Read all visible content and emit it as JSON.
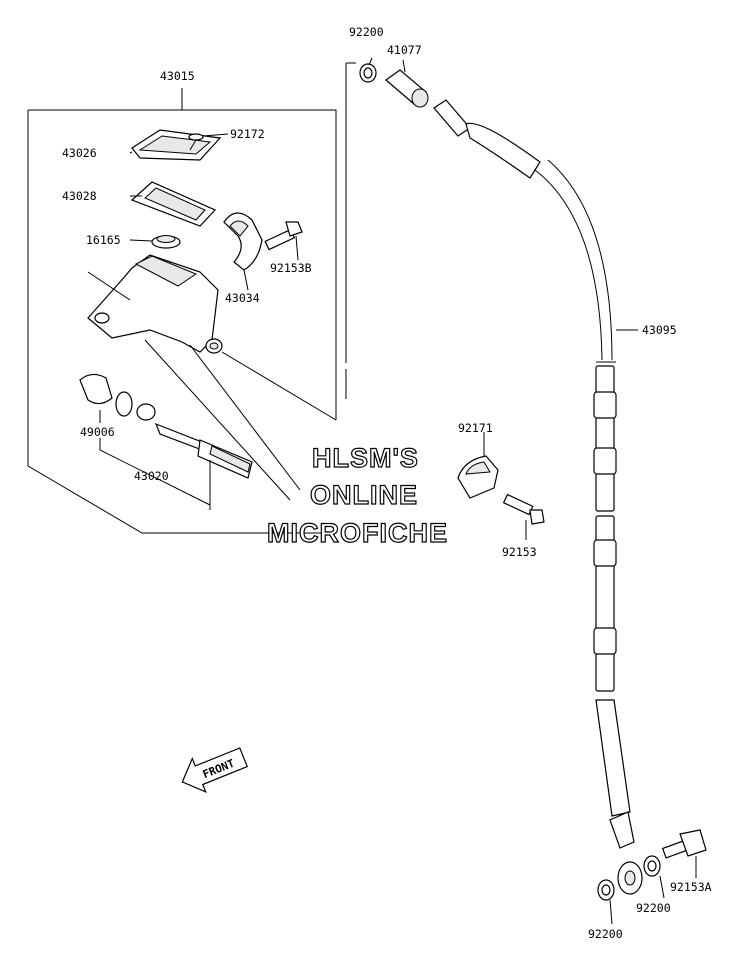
{
  "labels": {
    "p43015": "43015",
    "p92172": "92172",
    "p43026": "43026",
    "p43028": "43028",
    "p16165": "16165",
    "p92153B": "92153B",
    "p43034": "43034",
    "p49006": "49006",
    "p43020": "43020",
    "p92200_top": "92200",
    "p41077": "41077",
    "p43095": "43095",
    "p92171": "92171",
    "p92153": "92153",
    "p92153A": "92153A",
    "p92200_right": "92200",
    "p92200_bottom": "92200"
  },
  "watermark": {
    "line1": "HLSM'S",
    "line2": "ONLINE",
    "line3": "MICROFICHE"
  },
  "front_arrow": "FRONT"
}
